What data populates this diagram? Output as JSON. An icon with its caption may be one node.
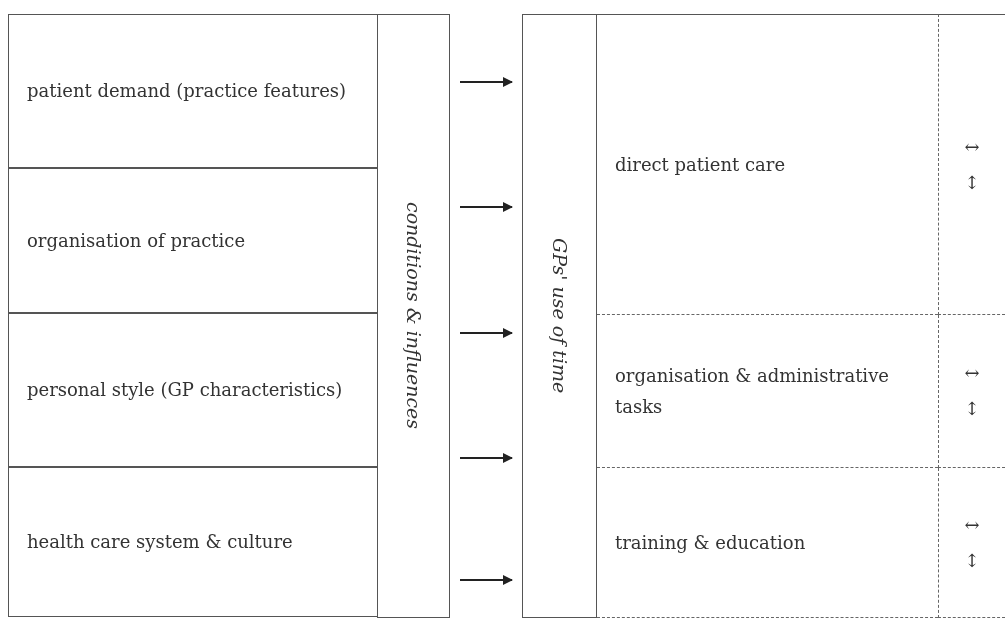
{
  "diagram": {
    "nodes": [
      {
        "text": [
          "patient demand (practice features)"
        ]
      },
      {
        "text": [
          "organisation of practice"
        ]
      },
      {
        "text": [
          "personal style (GP characteristics)"
        ]
      },
      {
        "text": [
          "health care system & culture"
        ]
      },
      {
        "text": [
          "conditions & influences"
        ]
      },
      {
        "text": [
          "GPs' use of time"
        ]
      },
      {
        "text": [
          "direct patient care"
        ]
      },
      {
        "text": [
          "↔ ↕"
        ]
      },
      {
        "text": [
          "organisation & administrative tasks"
        ]
      },
      {
        "text": [
          "↔ ↕"
        ]
      },
      {
        "text": [
          "training & education"
        ]
      },
      {
        "text": [
          "↔ ↕"
        ]
      }
    ],
    "edges": [
      {
        "from": 4,
        "to": 5,
        "arrow": "to"
      },
      {
        "from": 4,
        "to": 5,
        "arrow": "to"
      },
      {
        "from": 4,
        "to": 5,
        "arrow": "to"
      },
      {
        "from": 4,
        "to": 5,
        "arrow": "to"
      },
      {
        "from": 4,
        "to": 5,
        "arrow": "to"
      }
    ]
  }
}
